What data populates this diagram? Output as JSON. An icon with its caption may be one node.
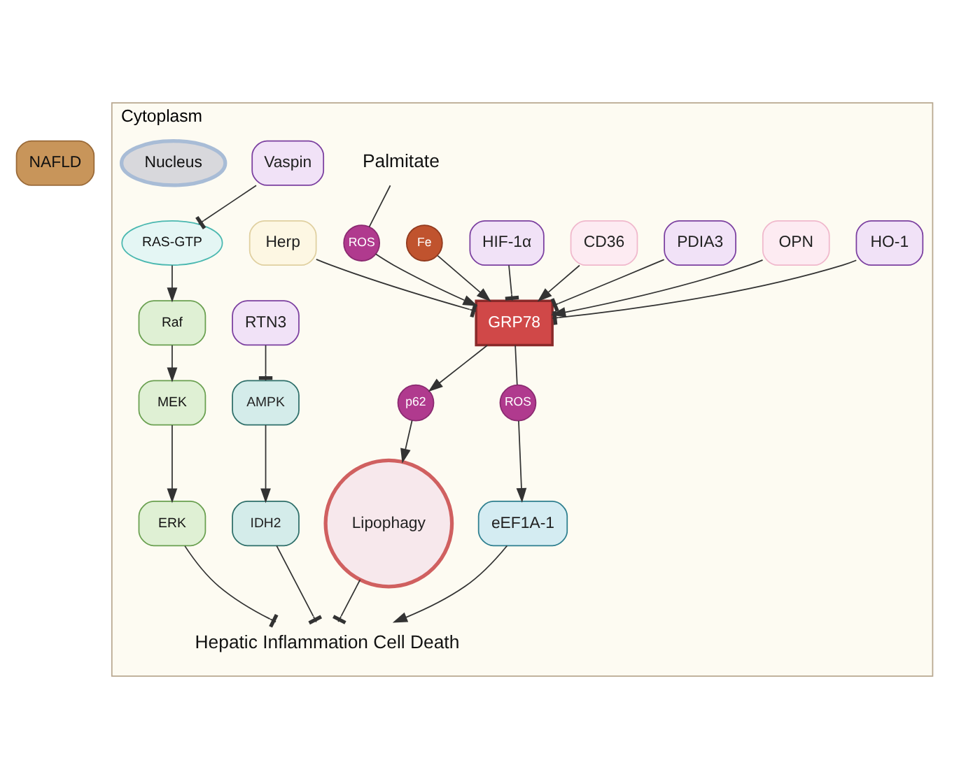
{
  "diagram": {
    "nodes": [
      {
        "text": [
          "NAFLD"
        ]
      },
      {
        "text": [
          "Cytoplasm"
        ]
      },
      {
        "text": [
          "HO-1"
        ],
        "in": 1
      },
      {
        "text": [
          "OPN"
        ],
        "in": 1
      },
      {
        "text": [
          "PDIA3"
        ],
        "in": 1
      },
      {
        "text": [
          "CD36"
        ],
        "in": 1
      },
      {
        "text": [
          "HIF-1α"
        ],
        "in": 1
      },
      {
        "text": [
          "Lipophagy"
        ],
        "in": 1
      },
      {
        "text": [
          "p62"
        ],
        "in": 1
      },
      {
        "text": [
          "Fe"
        ],
        "in": 1
      },
      {
        "text": [
          "Palmitate"
        ],
        "in": 1
      },
      {
        "text": [
          "ROS"
        ],
        "in": 1
      },
      {
        "text": [
          "eEF1A-1"
        ],
        "in": 1
      },
      {
        "text": [
          "ROS"
        ],
        "in": 1
      },
      {
        "text": [
          "GRP78"
        ],
        "in": 1
      },
      {
        "text": [
          "Herp"
        ],
        "in": 1
      },
      {
        "text": [
          "RTN3"
        ],
        "in": 1
      },
      {
        "text": [
          "Vaspin"
        ],
        "in": 1
      },
      {
        "text": [
          "RAS-GTP"
        ],
        "in": 1
      },
      {
        "text": [
          "AMPK"
        ],
        "in": 1
      },
      {
        "text": [
          "IDH2"
        ],
        "in": 1
      },
      {
        "text": [
          "Raf"
        ],
        "in": 1
      },
      {
        "text": [
          "MEK"
        ],
        "in": 1
      },
      {
        "text": [
          "ERK"
        ],
        "in": 1
      },
      {
        "text": [
          "Hepatic Inflammation Cell Death"
        ],
        "in": 1
      },
      {
        "text": [
          "Nucleus"
        ],
        "in": 1
      }
    ],
    "edges": [
      {
        "from": 3,
        "to": 14,
        "arrow": "to"
      },
      {
        "from": 5,
        "to": 14,
        "arrow": "to"
      },
      {
        "from": 2,
        "to": 14,
        "arrow": "other"
      },
      {
        "from": 4,
        "to": 14,
        "arrow": "other"
      },
      {
        "from": 6,
        "to": 14,
        "arrow": "other"
      },
      {
        "from": 9,
        "to": 14,
        "arrow": "to"
      },
      {
        "from": 10,
        "to": 11,
        "arrow": "none"
      },
      {
        "from": 11,
        "to": 14,
        "arrow": "to"
      },
      {
        "from": 15,
        "to": 14,
        "arrow": "other"
      },
      {
        "from": 14,
        "to": 8,
        "arrow": "to"
      },
      {
        "from": 8,
        "to": 7,
        "arrow": "to"
      },
      {
        "from": 14,
        "to": 13,
        "arrow": "none"
      },
      {
        "from": 13,
        "to": 12,
        "arrow": "to"
      },
      {
        "from": 7,
        "to": 24,
        "arrow": "other"
      },
      {
        "from": 12,
        "to": 24,
        "arrow": "to"
      },
      {
        "from": 16,
        "to": 19,
        "arrow": "other"
      },
      {
        "from": 17,
        "to": 18,
        "arrow": "other"
      },
      {
        "from": 19,
        "to": 20,
        "arrow": "to"
      },
      {
        "from": 20,
        "to": 24,
        "arrow": "other"
      },
      {
        "from": 18,
        "to": 21,
        "arrow": "to"
      },
      {
        "from": 21,
        "to": 22,
        "arrow": "to"
      },
      {
        "from": 22,
        "to": 23,
        "arrow": "to"
      },
      {
        "from": 23,
        "to": 24,
        "arrow": "other"
      }
    ]
  }
}
